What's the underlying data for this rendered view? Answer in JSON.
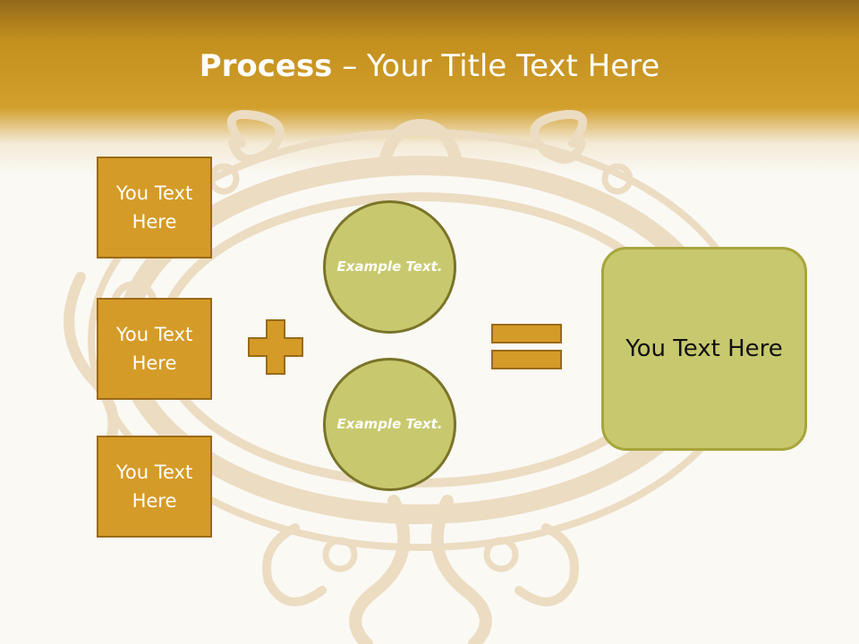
{
  "title": {
    "bold": "Process",
    "rest": " – Your Title Text Here"
  },
  "left_boxes": [
    {
      "label": "You Text Here"
    },
    {
      "label": "You Text Here"
    },
    {
      "label": "You Text Here"
    }
  ],
  "circles": [
    {
      "label": "Example Text."
    },
    {
      "label": "Example Text."
    }
  ],
  "result": {
    "label": "You Text Here"
  },
  "operators": {
    "plus": "plus-icon",
    "equals": "equals-icon"
  },
  "colors": {
    "header": "#c3901e",
    "box_fill": "#d59b28",
    "box_border": "#9a6a17",
    "circle_fill": "#c8c96e",
    "circle_border": "#7a7428",
    "ornament": "#ead8bd"
  }
}
